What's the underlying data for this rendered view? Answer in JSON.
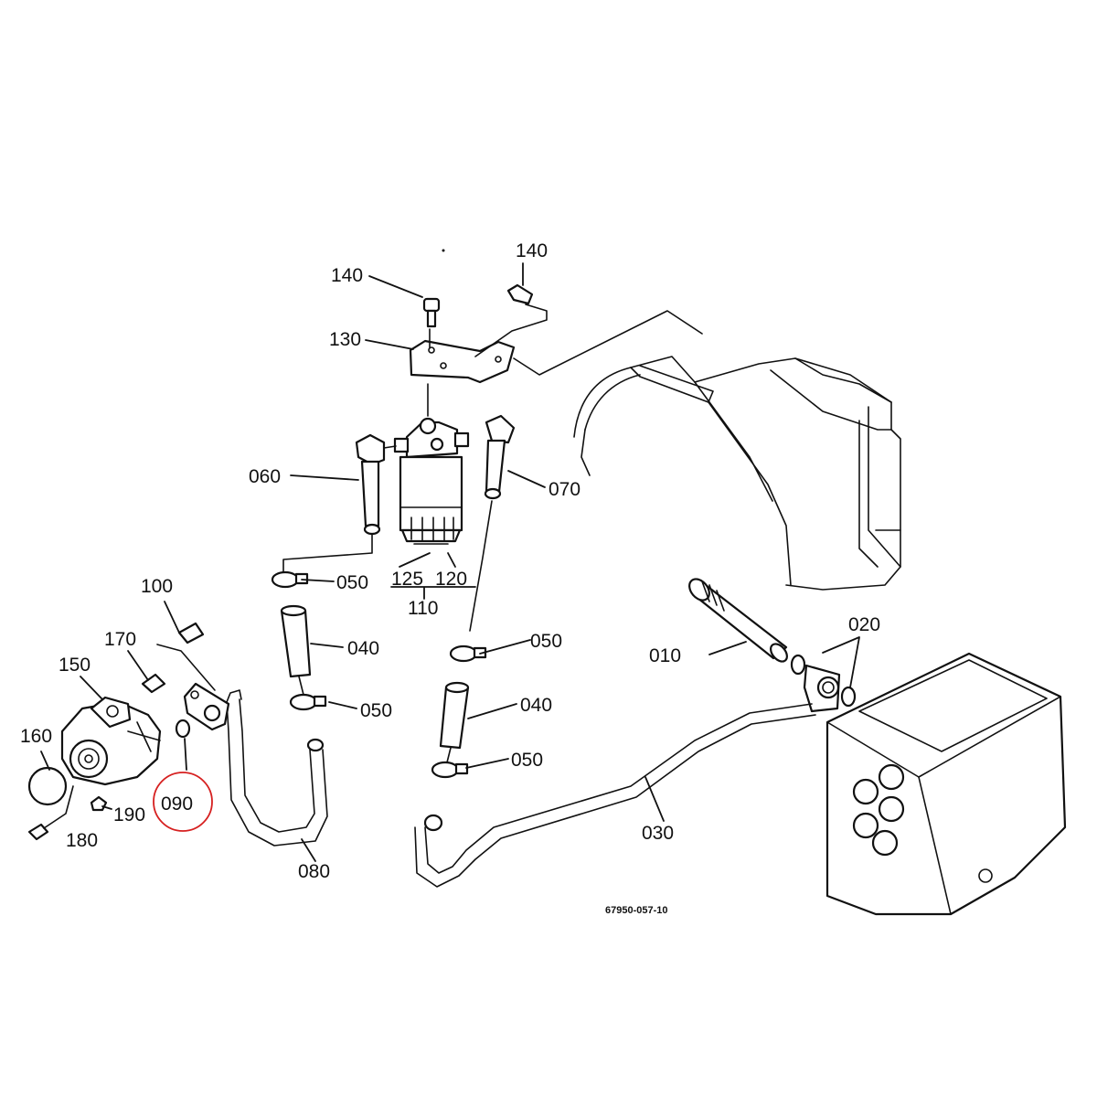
{
  "diagram_id": "67950-057-10",
  "highlight_color": "#d62020",
  "line_color": "#111111",
  "labels": {
    "p010": "010",
    "p020": "020",
    "p030": "030",
    "p040a": "040",
    "p040b": "040",
    "p050a": "050",
    "p050b": "050",
    "p050c": "050",
    "p050d": "050",
    "p060": "060",
    "p070": "070",
    "p080": "080",
    "p090": "090",
    "p100": "100",
    "p110": "110",
    "p120": "120",
    "p125": "125",
    "p130": "130",
    "p140a": "140",
    "p140b": "140",
    "p150": "150",
    "p160": "160",
    "p170": "170",
    "p180": "180",
    "p190": "190"
  },
  "highlighted_part": "090"
}
